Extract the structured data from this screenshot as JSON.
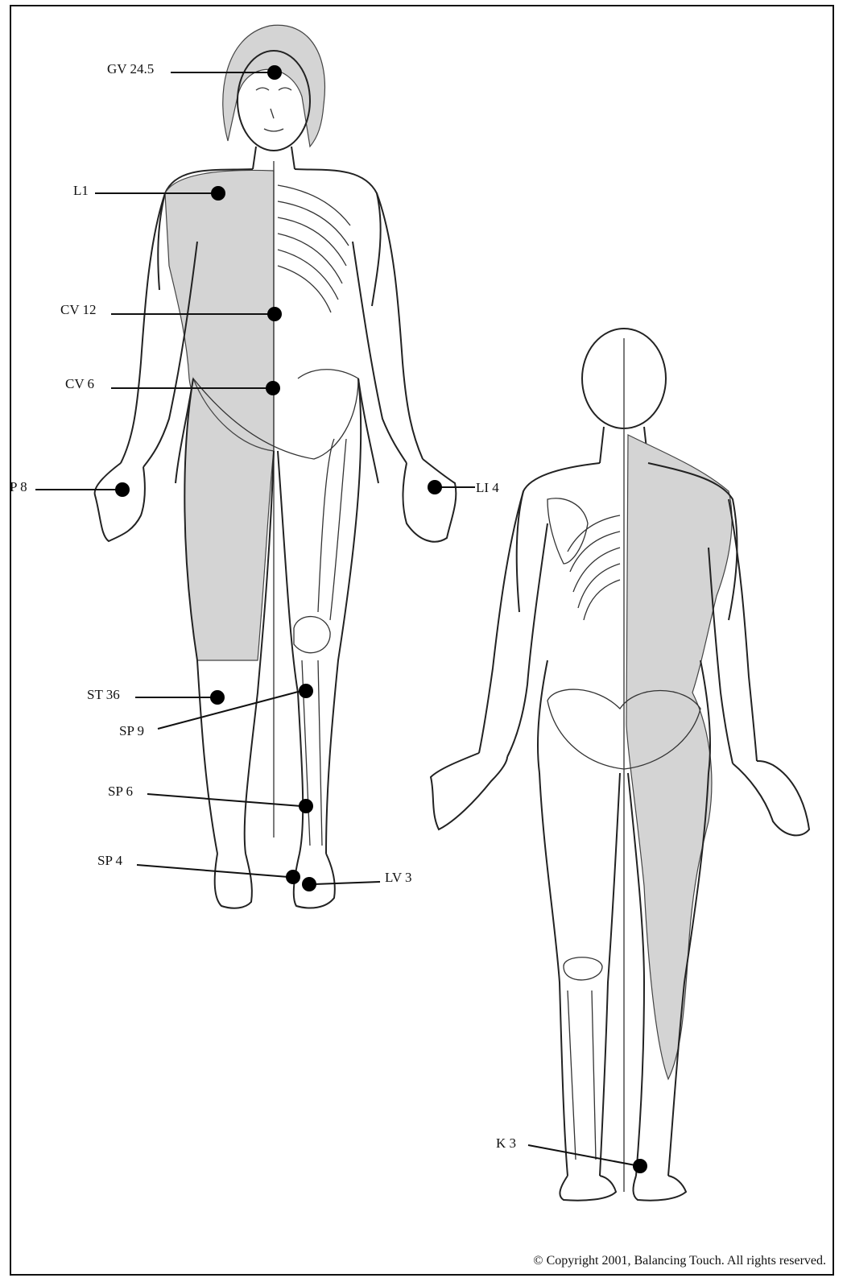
{
  "points": [
    {
      "id": "gv-24-5",
      "label": "GV 24.5"
    },
    {
      "id": "l1",
      "label": "L1"
    },
    {
      "id": "cv-12",
      "label": "CV 12"
    },
    {
      "id": "cv-6",
      "label": "CV 6"
    },
    {
      "id": "p8",
      "label": "P 8"
    },
    {
      "id": "li4",
      "label": "LI 4"
    },
    {
      "id": "st36",
      "label": "ST 36"
    },
    {
      "id": "sp9",
      "label": "SP 9"
    },
    {
      "id": "sp6",
      "label": "SP 6"
    },
    {
      "id": "sp4",
      "label": "SP 4"
    },
    {
      "id": "lv3",
      "label": "LV 3"
    },
    {
      "id": "k3",
      "label": "K 3"
    }
  ],
  "copyright": "© Copyright 2001, Balancing Touch. All rights reserved."
}
